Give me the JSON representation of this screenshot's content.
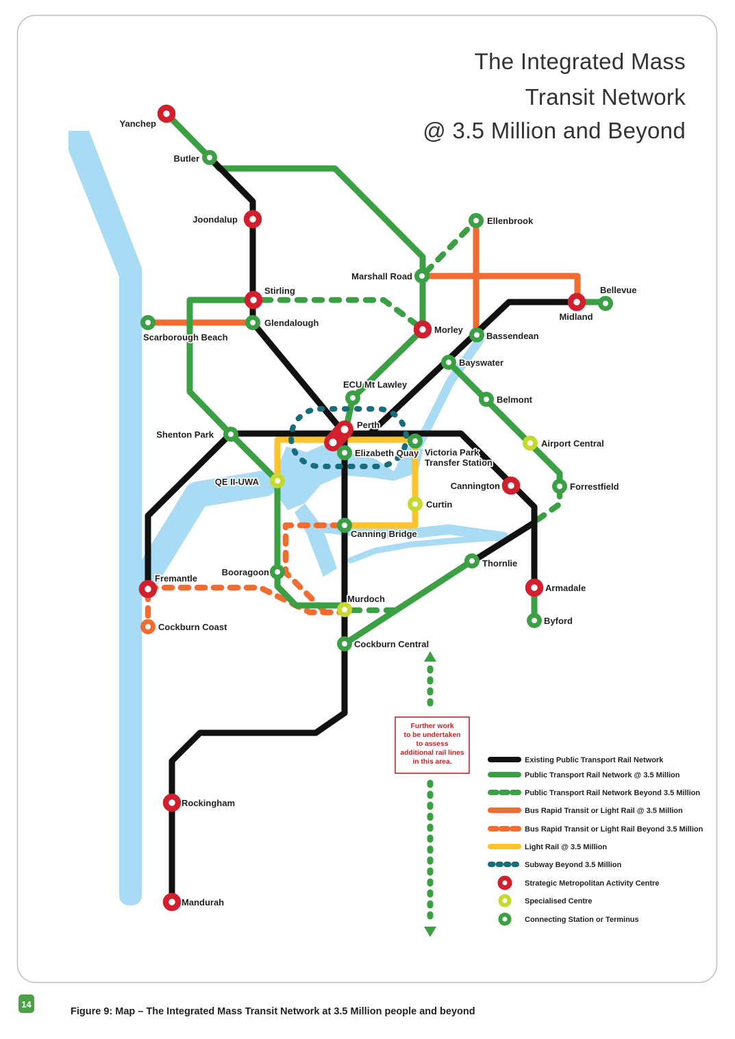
{
  "title": {
    "lines": [
      "The Integrated Mass",
      "Transit Network",
      "@ 3.5 Million and Beyond"
    ]
  },
  "page": {
    "number": "14",
    "caption": "Figure 9: Map – The Integrated Mass Transit Network at 3.5 Million people and beyond"
  },
  "note": {
    "lines": [
      "Further work",
      "to be undertaken",
      "to assess",
      "additional rail lines",
      "in this area."
    ]
  },
  "legend": {
    "items": [
      {
        "label": "Existing Public Transport Rail Network",
        "swatch": "black-solid-line"
      },
      {
        "label": "Public Transport Rail Network @ 3.5 Million",
        "swatch": "green-solid-line"
      },
      {
        "label": "Public Transport Rail Network Beyond 3.5 Million",
        "swatch": "green-dashed-line"
      },
      {
        "label": "Bus Rapid Transit or Light Rail @ 3.5 Million",
        "swatch": "orange-solid-line"
      },
      {
        "label": "Bus Rapid Transit or Light Rail Beyond 3.5 Million",
        "swatch": "orange-dashed-line"
      },
      {
        "label": "Light Rail @ 3.5 Million",
        "swatch": "yellow-solid-line"
      },
      {
        "label": "Subway Beyond 3.5 Million",
        "swatch": "teal-dashed-line"
      },
      {
        "label": "Strategic Metropolitan Activity Centre",
        "swatch": "red-ring"
      },
      {
        "label": "Specialised Centre",
        "swatch": "yellowgreen-ring"
      },
      {
        "label": "Connecting Station or Terminus",
        "swatch": "green-ring"
      }
    ]
  },
  "stations": [
    {
      "id": "yanchep",
      "label": "Yanchep",
      "type": "strategic"
    },
    {
      "id": "butler",
      "label": "Butler",
      "type": "connecting"
    },
    {
      "id": "joondalup",
      "label": "Joondalup",
      "type": "strategic"
    },
    {
      "id": "stirling",
      "label": "Stirling",
      "type": "strategic"
    },
    {
      "id": "glendalough",
      "label": "Glendalough",
      "type": "connecting"
    },
    {
      "id": "scarborough-beach",
      "label": "Scarborough Beach",
      "type": "connecting"
    },
    {
      "id": "marshall-road",
      "label": "Marshall Road",
      "type": "connecting"
    },
    {
      "id": "ellenbrook",
      "label": "Ellenbrook",
      "type": "connecting"
    },
    {
      "id": "morley",
      "label": "Morley",
      "type": "strategic"
    },
    {
      "id": "bassendean",
      "label": "Bassendean",
      "type": "connecting"
    },
    {
      "id": "midland",
      "label": "Midland",
      "type": "strategic"
    },
    {
      "id": "bellevue",
      "label": "Bellevue",
      "type": "connecting"
    },
    {
      "id": "bayswater",
      "label": "Bayswater",
      "type": "connecting"
    },
    {
      "id": "belmont",
      "label": "Belmont",
      "type": "connecting"
    },
    {
      "id": "airport-central",
      "label": "Airport Central",
      "type": "specialised"
    },
    {
      "id": "forrestfield",
      "label": "Forrestfield",
      "type": "connecting"
    },
    {
      "id": "ecu-mt-lawley",
      "label": "ECU Mt Lawley",
      "type": "connecting"
    },
    {
      "id": "perth",
      "label": "Perth",
      "type": "strategic-double"
    },
    {
      "id": "elizabeth-quay",
      "label": "Elizabeth Quay",
      "type": "connecting"
    },
    {
      "id": "victoria-park-transfer-station",
      "label": "Victoria Park",
      "label2": "Transfer Station",
      "type": "connecting"
    },
    {
      "id": "shenton-park",
      "label": "Shenton Park",
      "type": "connecting"
    },
    {
      "id": "qe-ii-uwa",
      "label": "QE II-UWA",
      "type": "specialised"
    },
    {
      "id": "cannington",
      "label": "Cannington",
      "type": "strategic"
    },
    {
      "id": "curtin",
      "label": "Curtin",
      "type": "specialised"
    },
    {
      "id": "canning-bridge",
      "label": "Canning Bridge",
      "type": "connecting"
    },
    {
      "id": "thornlie",
      "label": "Thornlie",
      "type": "connecting"
    },
    {
      "id": "booragoon",
      "label": "Booragoon",
      "type": "connecting"
    },
    {
      "id": "fremantle",
      "label": "Fremantle",
      "type": "strategic"
    },
    {
      "id": "cockburn-coast",
      "label": "Cockburn Coast",
      "type": "brt"
    },
    {
      "id": "murdoch",
      "label": "Murdoch",
      "type": "specialised"
    },
    {
      "id": "armadale",
      "label": "Armadale",
      "type": "strategic"
    },
    {
      "id": "byford",
      "label": "Byford",
      "type": "connecting"
    },
    {
      "id": "cockburn-central",
      "label": "Cockburn Central",
      "type": "connecting"
    },
    {
      "id": "rockingham",
      "label": "Rockingham",
      "type": "strategic"
    },
    {
      "id": "mandurah",
      "label": "Mandurah",
      "type": "strategic"
    }
  ],
  "colors": {
    "existing_rail": "#111111",
    "rail_35m": "#3ba043",
    "brt_light_rail": "#f26b31",
    "light_rail": "#fcc32b",
    "subway": "#176d7c",
    "strategic_centre": "#d21f2d",
    "specialised_centre": "#c5d92e",
    "river": "#a9dbf4",
    "note_red": "#cf2027",
    "page_badge_green": "#4ba146"
  }
}
